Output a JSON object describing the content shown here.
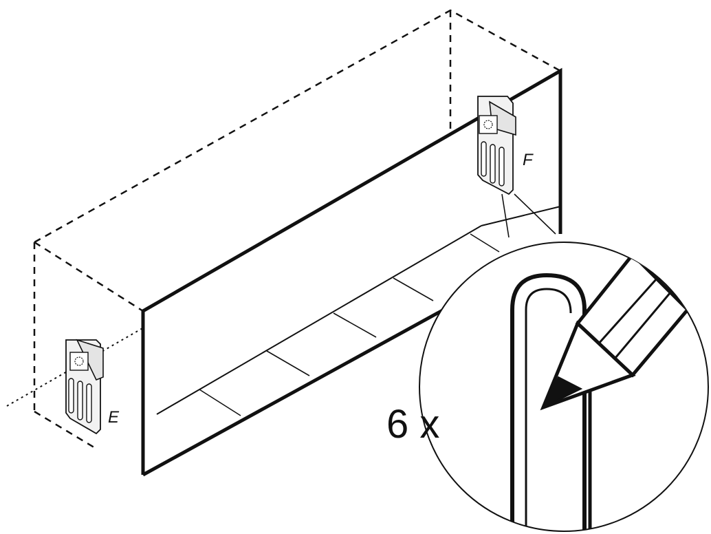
{
  "labels": {
    "bracket_left": "E",
    "bracket_right": "F",
    "quantity": "6 x"
  },
  "colors": {
    "line": "#111111",
    "background": "#ffffff",
    "bracket_fill": "#f2f2f2"
  },
  "icons": [
    "wall-bracket-icon",
    "pencil-icon",
    "magnifier-circle"
  ]
}
